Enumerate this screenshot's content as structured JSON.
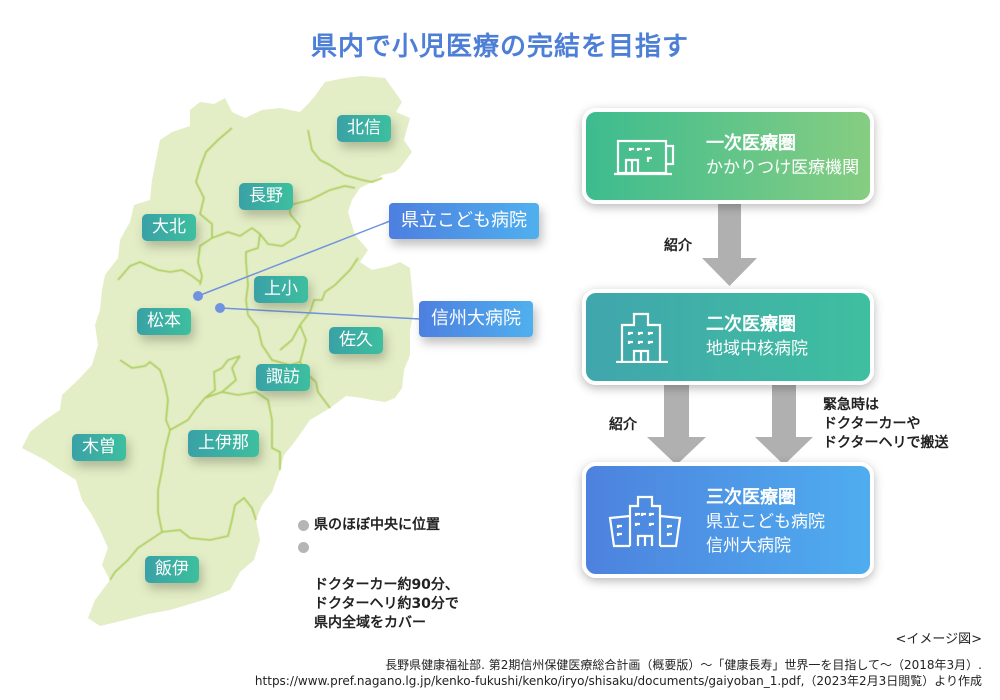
{
  "title": "県内で小児医療の完結を目指す",
  "map": {
    "regions": [
      {
        "id": "hokushin",
        "label": "北信"
      },
      {
        "id": "nagano",
        "label": "長野"
      },
      {
        "id": "daihoku",
        "label": "大北"
      },
      {
        "id": "joshou",
        "label": "上小"
      },
      {
        "id": "matsumoto",
        "label": "松本"
      },
      {
        "id": "saku",
        "label": "佐久"
      },
      {
        "id": "suwa",
        "label": "諏訪"
      },
      {
        "id": "kiso",
        "label": "木曽"
      },
      {
        "id": "kamiina",
        "label": "上伊那"
      },
      {
        "id": "iida",
        "label": "飯伊"
      }
    ],
    "hospitals": [
      {
        "label": "県立こども病院"
      },
      {
        "label": "信州大病院"
      }
    ],
    "notes": [
      "県のほぼ中央に位置",
      "ドクターカー約90分、\nドクターヘリ約30分で\n県内全域をカバー"
    ],
    "colors": {
      "land": "#e3edc6",
      "border": "#a9cc55",
      "region_label": "#3aa9a4",
      "hospital_label": "#4d8fe6",
      "pin": "#6f93e0"
    }
  },
  "flow": {
    "primary": {
      "heading": "一次医療圏",
      "sub": "かかりつけ医療機関",
      "icon": "clinic-icon",
      "color": "#3dbc8f"
    },
    "secondary": {
      "heading": "二次医療圏",
      "sub": "地域中核病院",
      "icon": "hospital-building-icon",
      "color": "#40a6ad"
    },
    "tertiary": {
      "heading": "三次医療圏",
      "sub_lines": [
        "県立こども病院",
        "信州大病院"
      ],
      "icon": "large-hospital-icon",
      "color": "#4d82de"
    },
    "arrow1_label": "紹介",
    "arrow2_label": "紹介",
    "arrow3_label_lines": [
      "緊急時は",
      "ドクターカーや",
      "ドクターヘリで搬送"
    ],
    "arrow_color": "#b0b0b0"
  },
  "caption": "<イメージ図>",
  "source_lines": [
    "長野県健康福祉部. 第2期信州保健医療総合計画（概要版）～「健康長寿」世界一を目指して～（2018年3月）.",
    "https://www.pref.nagano.lg.jp/kenko-fukushi/kenko/iryo/shisaku/documents/gaiyoban_1.pdf,（2023年2月3日閲覧）より作成"
  ]
}
